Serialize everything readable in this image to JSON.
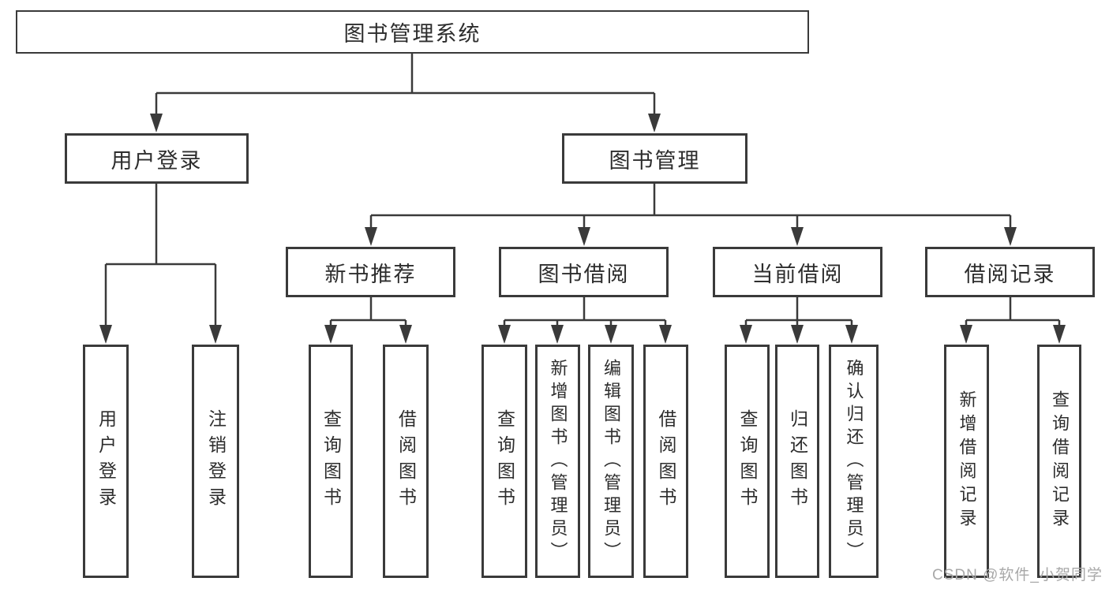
{
  "title": "图书管理系统",
  "watermark": {
    "text": "CSDN @软件_小贺同学"
  },
  "colors": {
    "line": "#3a3a3a",
    "box_border": "#3a3a3a",
    "box_bg": "#ffffff",
    "text": "#2d2d2d",
    "watermark": "#a8a8a8"
  },
  "tree": {
    "label": "图书管理系统",
    "children": [
      {
        "label": "用户登录",
        "children": [
          {
            "label": "用户登录"
          },
          {
            "label": "注销登录"
          }
        ]
      },
      {
        "label": "图书管理",
        "children": [
          {
            "label": "新书推荐",
            "children": [
              {
                "label": "查询图书"
              },
              {
                "label": "借阅图书"
              }
            ]
          },
          {
            "label": "图书借阅",
            "children": [
              {
                "label": "查询图书"
              },
              {
                "label": "新增图书（管理员）"
              },
              {
                "label": "编辑图书（管理员）"
              },
              {
                "label": "借阅图书"
              }
            ]
          },
          {
            "label": "当前借阅",
            "children": [
              {
                "label": "查询图书"
              },
              {
                "label": "归还图书"
              },
              {
                "label": "确认归还（管理员）"
              }
            ]
          },
          {
            "label": "借阅记录",
            "children": [
              {
                "label": "新增借阅记录"
              },
              {
                "label": "查询借阅记录"
              }
            ]
          }
        ]
      }
    ]
  }
}
